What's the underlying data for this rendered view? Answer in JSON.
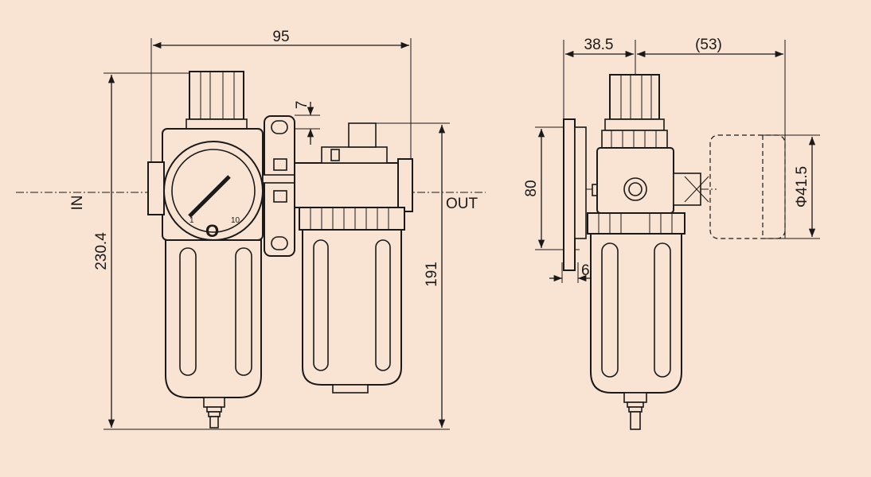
{
  "front_view": {
    "dim_width": "95",
    "dim_height_total": "230.4",
    "dim_height_out": "191",
    "dim_small": "7",
    "label_in": "IN",
    "label_out": "OUT",
    "gauge_min": "1",
    "gauge_max": "10",
    "gauge_mark": "O"
  },
  "side_view": {
    "dim_left": "38.5",
    "dim_right": "(53)",
    "dim_mount": "80",
    "dim_plate": "6",
    "dim_diameter": "Φ41.5"
  },
  "colors": {
    "background": "#f9e3d3",
    "line": "#1a1a1a"
  }
}
